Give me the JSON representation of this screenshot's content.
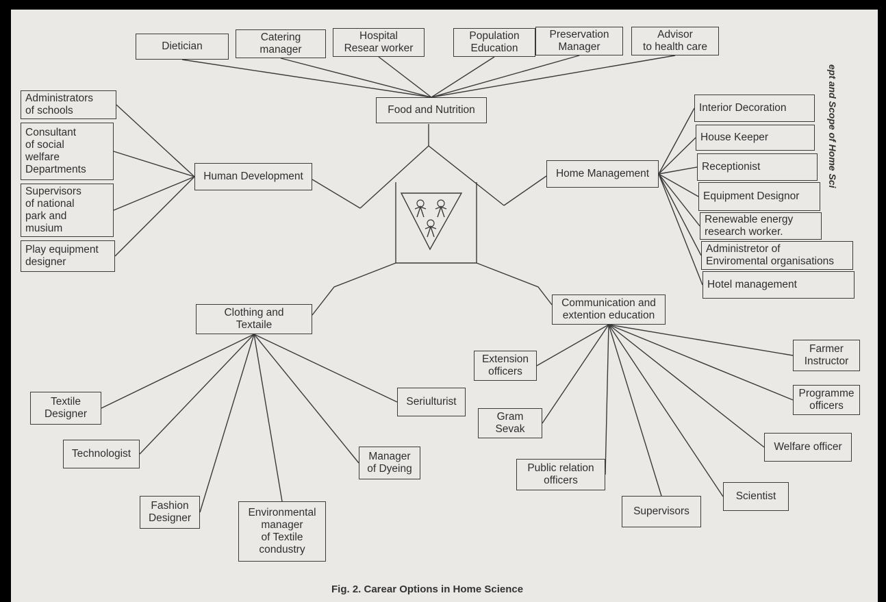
{
  "caption": "Fig. 2. Carear Options in Home Science",
  "side_text": "ept and Scope of Home Sci",
  "center_icon": "three-children-in-triangle-icon",
  "nodes": {
    "food": "Food and Nutrition",
    "human": "Human Development",
    "home": "Home Management",
    "clothing": "Clothing and\nTextaile",
    "communication": "Communication and\nextention education"
  },
  "careers": {
    "food": [
      "Dietician",
      "Catering\nmanager",
      "Hospital\nResear worker",
      "Population\nEducation",
      "Preservation\nManager",
      "Advisor\nto health care"
    ],
    "human": [
      "Administrators\nof schools",
      "Consultant\nof social\nwelfare\nDepartments",
      "Supervisors\nof national\npark and\nmusium",
      "Play equipment\ndesigner"
    ],
    "home": [
      "Interior Decoration",
      "House Keeper",
      "Receptionist",
      "Equipment Designor",
      "Renewable energy\nresearch worker.",
      "Administretor of\nEnviromental organisations",
      "Hotel management"
    ],
    "clothing": [
      "Textile\nDesigner",
      "Technologist",
      "Fashion\nDesigner",
      "Environmental\nmanager\nof Textile\ncondustry",
      "Manager\nof Dyeing",
      "Seriulturist"
    ],
    "communication": [
      "Extension\nofficers",
      "Gram\nSevak",
      "Public relation\nofficers",
      "Supervisors",
      "Scientist",
      "Welfare officer",
      "Programme\nofficers",
      "Farmer\nInstructor"
    ]
  }
}
